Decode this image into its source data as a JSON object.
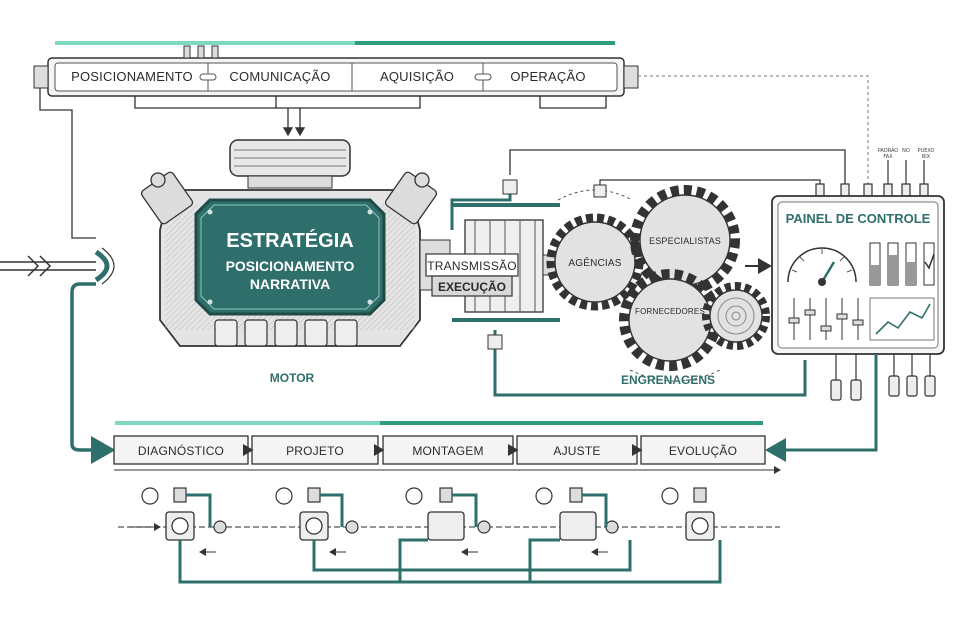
{
  "colors": {
    "accent_teal": "#2f6f6b",
    "accent_light": "#7fd9c0",
    "line_dark": "#333333",
    "fill_gray": "#e6e6e6"
  },
  "top_bar": {
    "labels": [
      "POSICIONAMENTO",
      "COMUNICAÇÃO",
      "AQUISIÇÃO",
      "OPERAÇÃO"
    ]
  },
  "engine": {
    "title": "ESTRATÉGIA",
    "line1": "POSICIONAMENTO",
    "line2": "NARRATIVA",
    "caption": "MOTOR"
  },
  "transmission": {
    "label": "TRANSMISSÃO",
    "sub": "EXECUÇÃO"
  },
  "gears": {
    "g1": "AGÊNCIAS",
    "g2": "ESPECIALISTAS",
    "g3": "FORNECEDORES",
    "caption": "ENGRENAGENS"
  },
  "panel": {
    "title": "PAINEL DE CONTROLE",
    "top_tags": [
      "PADRÃO\nFAX",
      "NO",
      "PUEXO\nBIX"
    ]
  },
  "bottom_bar": {
    "labels": [
      "DIAGNÓSTICO",
      "PROJETO",
      "MONTAGEM",
      "AJUSTE",
      "EVOLUÇÃO"
    ]
  }
}
